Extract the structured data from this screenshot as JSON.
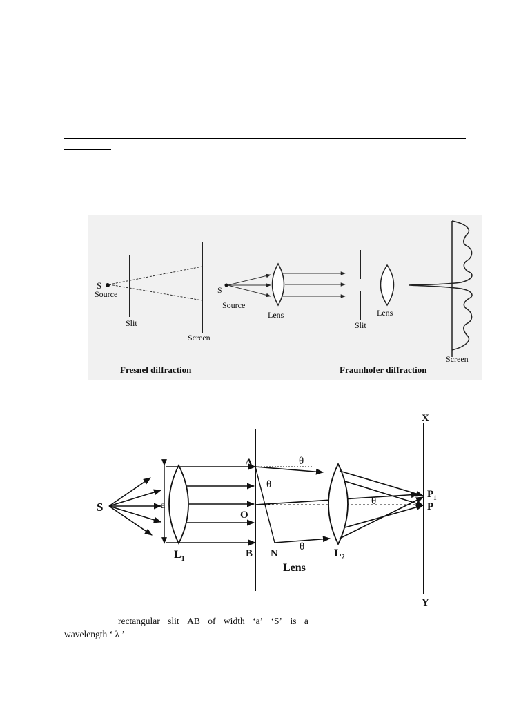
{
  "fresnel": {
    "caption": "Fresnel diffraction",
    "source_s": "S",
    "source_label": "Source",
    "slit_label": "Slit",
    "screen_label": "Screen"
  },
  "lens_setup": {
    "s_label": "S",
    "source_label": "Source",
    "lens_label": "Lens"
  },
  "fraunhofer": {
    "caption": "Fraunhofer diffraction",
    "slit_label": "Slit",
    "lens_label": "Lens",
    "screen_label": "Screen"
  },
  "single_slit": {
    "S": "S",
    "a": "a",
    "L1": "L",
    "L1_sub": "1",
    "A": "A",
    "O": "O",
    "B": "B",
    "N": "N",
    "theta": "θ",
    "L2": "L",
    "L2_sub": "2",
    "lens_label": "Lens",
    "X": "X",
    "Y": "Y",
    "P1": "P",
    "P1_sub": "1",
    "P": "P"
  },
  "caption": {
    "words": [
      "rectangular",
      "slit",
      "AB",
      "of",
      "width",
      "‘a’",
      "‘S’",
      "is",
      "a"
    ],
    "line2": "wavelength ‘ λ ’"
  }
}
